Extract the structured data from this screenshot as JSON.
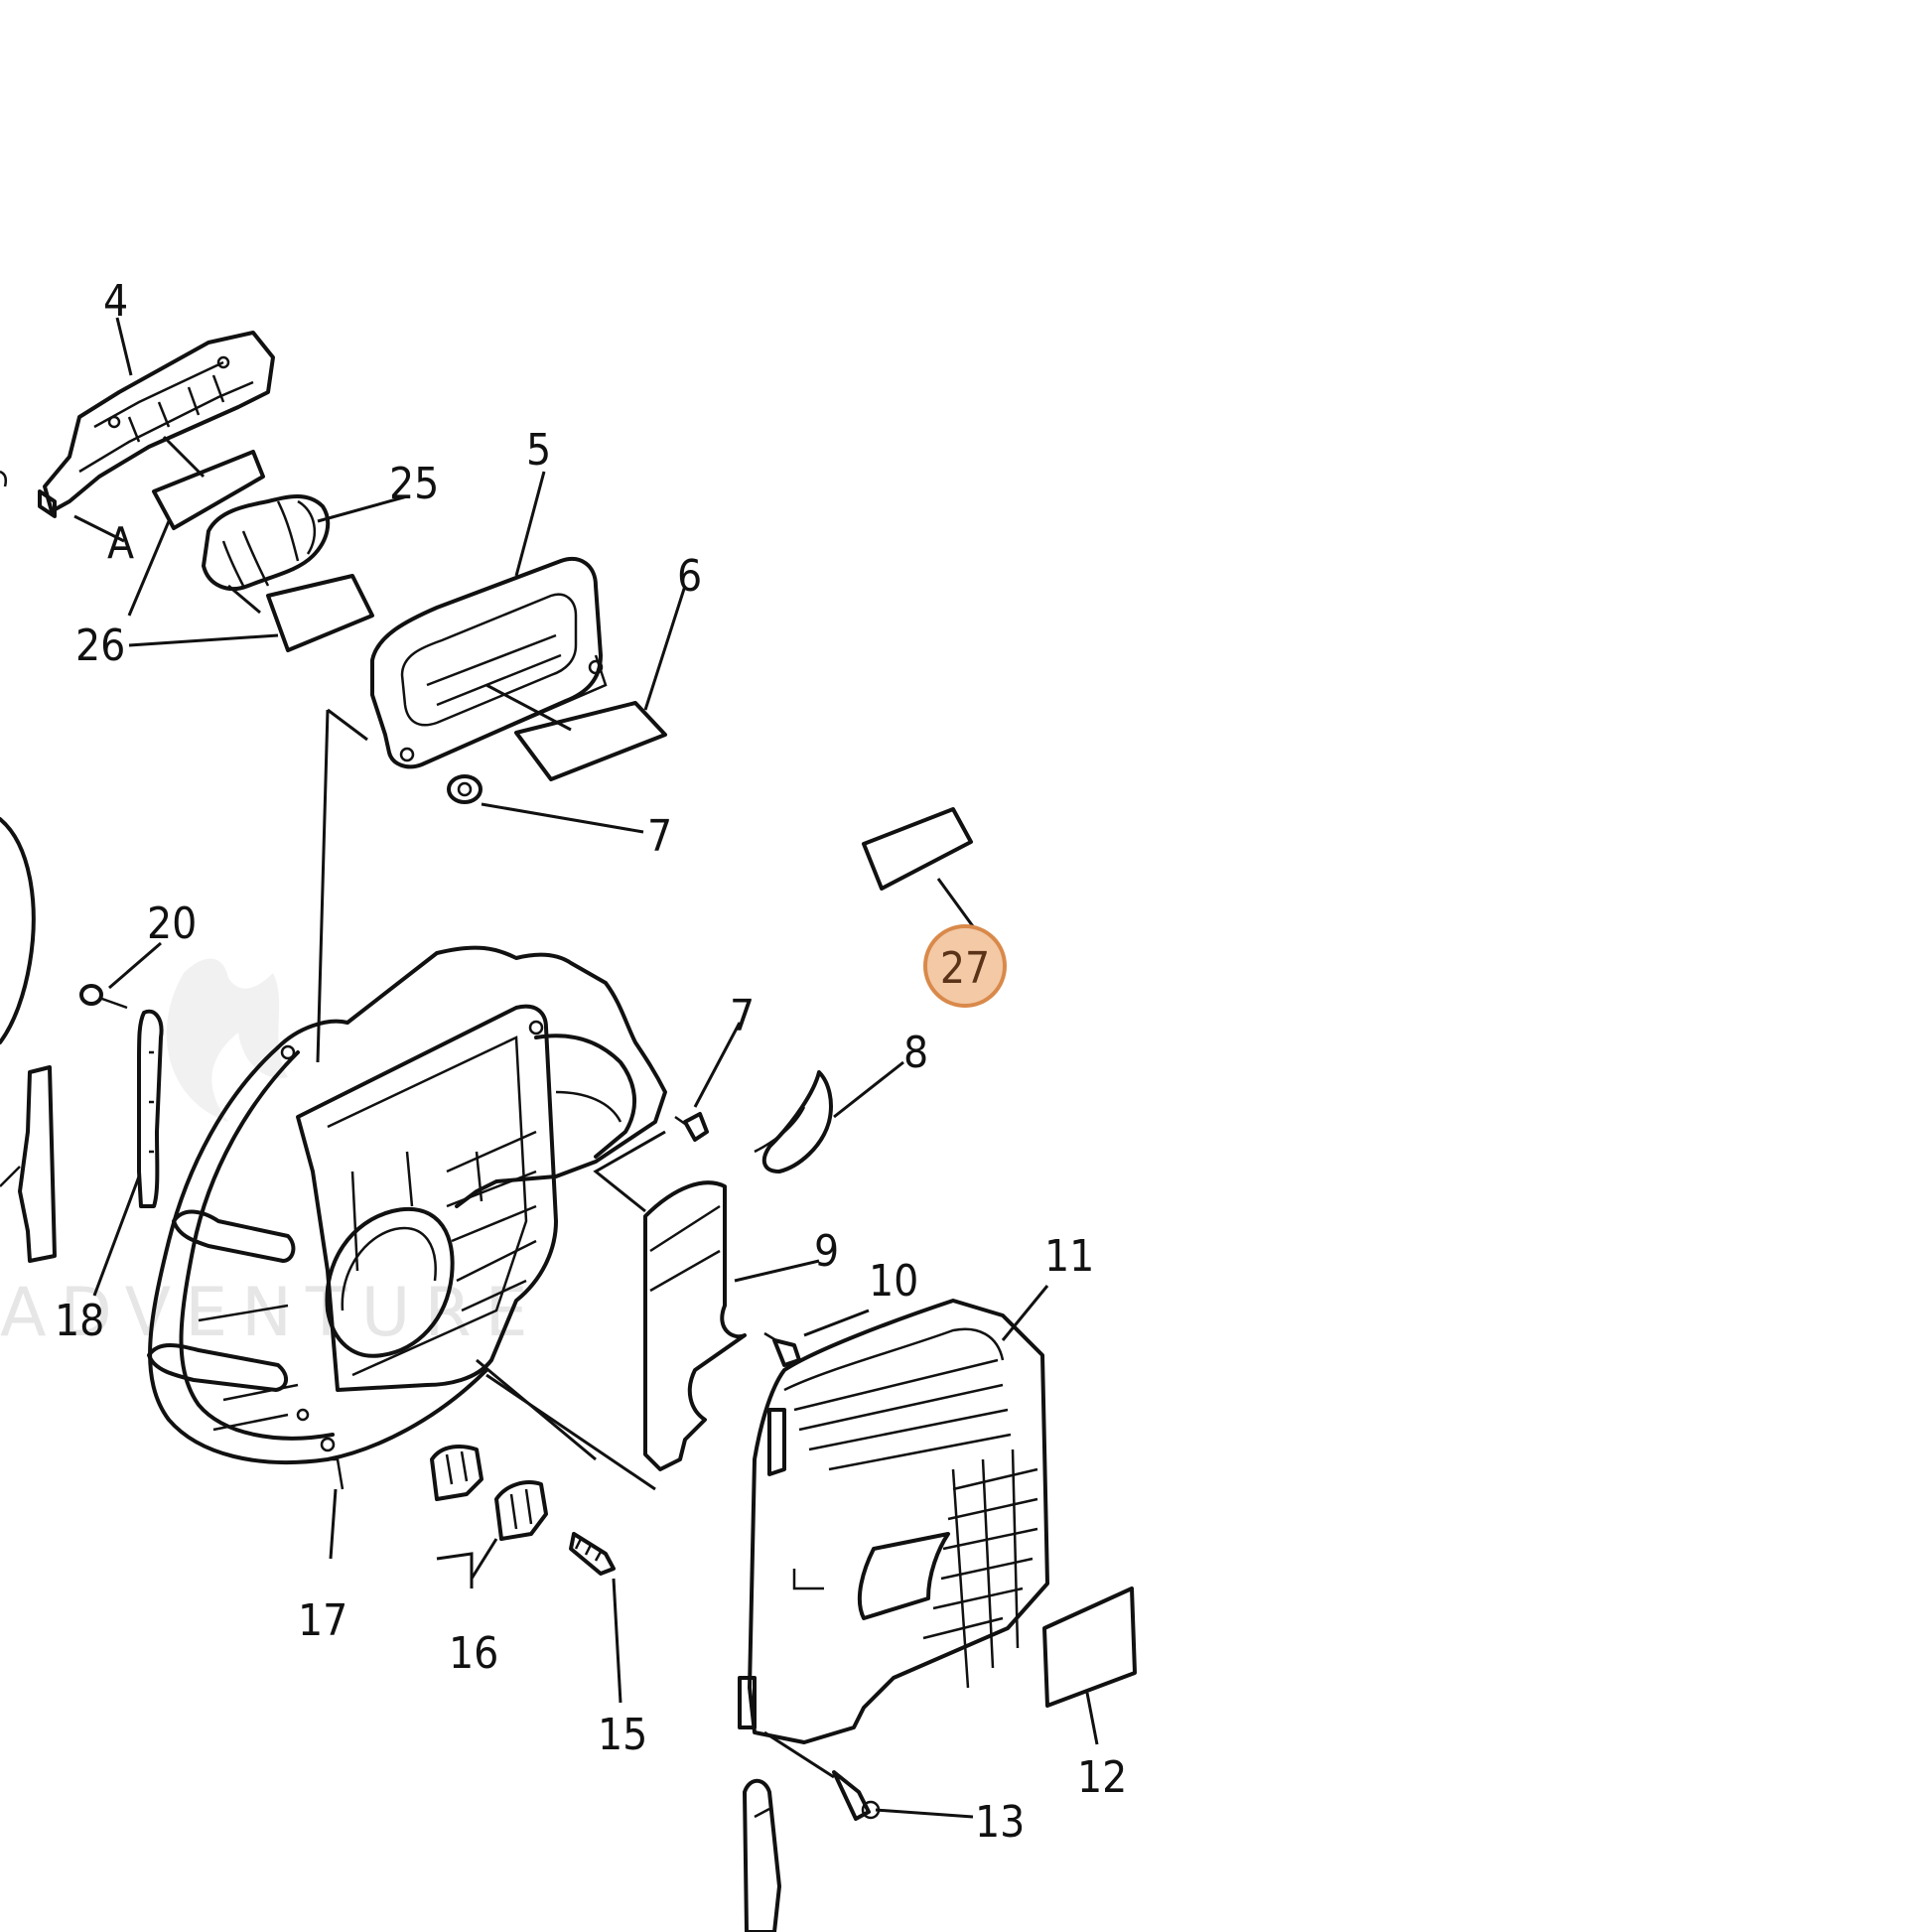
{
  "watermark": "ADVENTURE",
  "highlight": {
    "label": "27",
    "fill": "#f3c9a6",
    "stroke": "#d9894a",
    "text": "#5a3318"
  },
  "callouts": [
    {
      "id": "4",
      "text": "4"
    },
    {
      "id": "5",
      "text": "5"
    },
    {
      "id": "25",
      "text": "25"
    },
    {
      "id": "A",
      "text": "A"
    },
    {
      "id": "26",
      "text": "26"
    },
    {
      "id": "6",
      "text": "6"
    },
    {
      "id": "7a",
      "text": "7"
    },
    {
      "id": "20",
      "text": "20"
    },
    {
      "id": "7b",
      "text": "7"
    },
    {
      "id": "8",
      "text": "8"
    },
    {
      "id": "9",
      "text": "9"
    },
    {
      "id": "10",
      "text": "10"
    },
    {
      "id": "11",
      "text": "11"
    },
    {
      "id": "18",
      "text": "18"
    },
    {
      "id": "17",
      "text": "17"
    },
    {
      "id": "16",
      "text": "16"
    },
    {
      "id": "15",
      "text": "15"
    },
    {
      "id": "12",
      "text": "12"
    },
    {
      "id": "13",
      "text": "13"
    }
  ]
}
